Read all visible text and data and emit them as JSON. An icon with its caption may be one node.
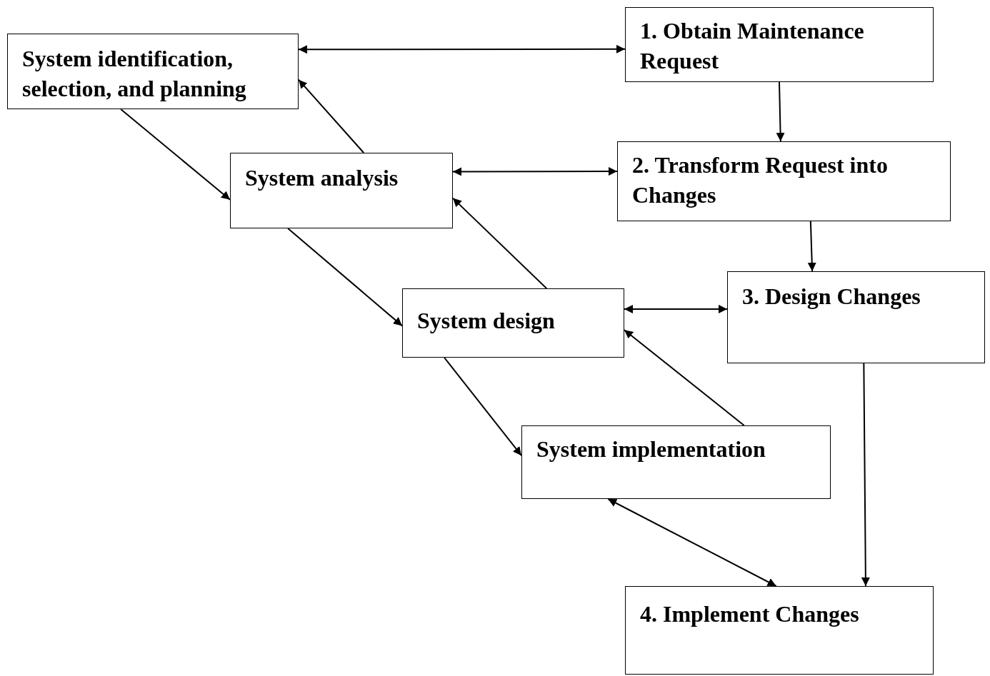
{
  "diagram": {
    "nodes": [
      {
        "text": [
          "System identification, selection, and planning"
        ]
      },
      {
        "text": [
          "System analysis"
        ]
      },
      {
        "text": [
          "System design"
        ]
      },
      {
        "text": [
          "System implementation"
        ]
      },
      {
        "text": [
          "1. Obtain Maintenance Request"
        ]
      },
      {
        "text": [
          "2. Transform Request into Changes"
        ]
      },
      {
        "text": [
          "3. Design Changes"
        ]
      },
      {
        "text": [
          "4. Implement Changes"
        ]
      }
    ],
    "edges": [
      {
        "from": 0,
        "to": 4,
        "arrow": "both"
      },
      {
        "from": 4,
        "to": 5,
        "arrow": "to"
      },
      {
        "from": 0,
        "to": 1,
        "arrow": "to"
      },
      {
        "from": 1,
        "to": 0,
        "arrow": "to"
      },
      {
        "from": 1,
        "to": 5,
        "arrow": "both"
      },
      {
        "from": 5,
        "to": 6,
        "arrow": "to"
      },
      {
        "from": 1,
        "to": 2,
        "arrow": "to"
      },
      {
        "from": 2,
        "to": 1,
        "arrow": "to"
      },
      {
        "from": 2,
        "to": 6,
        "arrow": "both"
      },
      {
        "from": 2,
        "to": 3,
        "arrow": "to"
      },
      {
        "from": 3,
        "to": 2,
        "arrow": "to"
      },
      {
        "from": 3,
        "to": 7,
        "arrow": "both"
      },
      {
        "from": 6,
        "to": 7,
        "arrow": "to"
      }
    ]
  }
}
